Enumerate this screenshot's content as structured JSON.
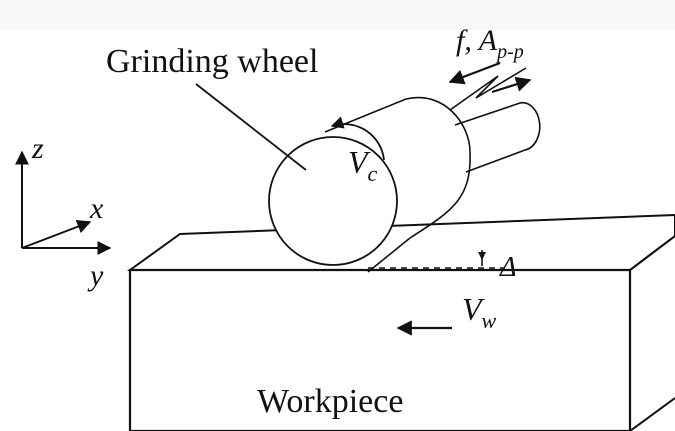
{
  "diagram": {
    "labels": {
      "grinding_wheel": "Grinding wheel",
      "workpiece": "Workpiece",
      "feed_symbol": "f, A",
      "feed_subscript": "p-p",
      "wheel_speed_symbol": "V",
      "wheel_speed_subscript": "c",
      "workpiece_speed_symbol": "V",
      "workpiece_speed_subscript": "w",
      "depth_symbol": "Δ",
      "axis_x": "x",
      "axis_y": "y",
      "axis_z": "z"
    }
  }
}
